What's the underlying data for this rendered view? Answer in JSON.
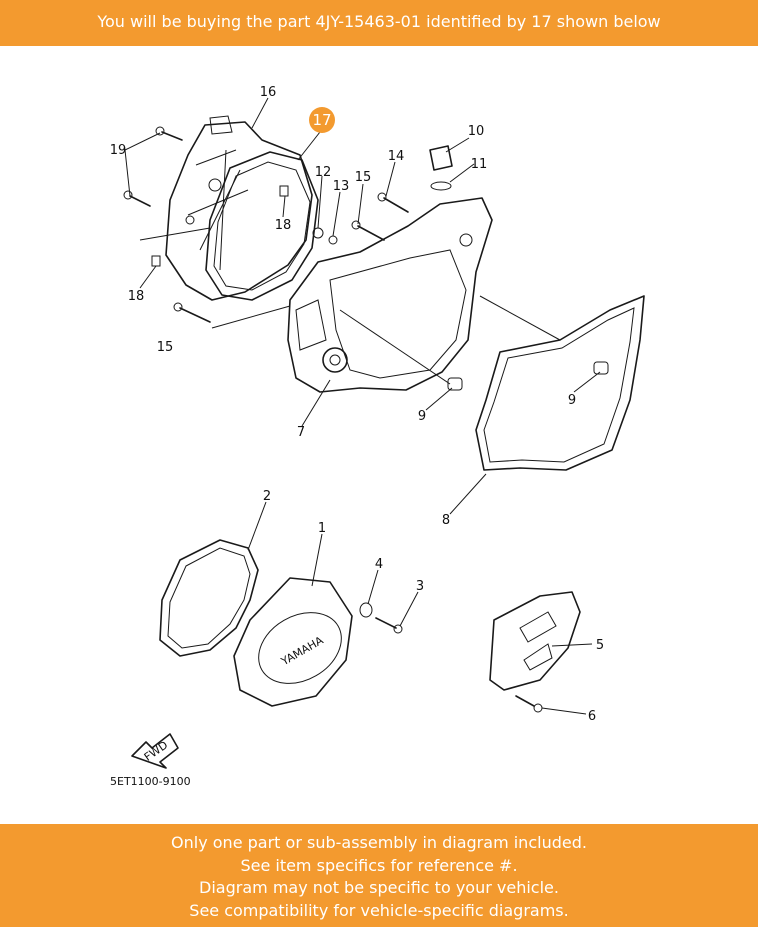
{
  "header": {
    "text": "You will be buying the part 4JY-15463-01 identified by 17 shown below"
  },
  "diagram": {
    "highlight": {
      "label": "17",
      "color": "#f39a2f"
    },
    "callouts": [
      "16",
      "19",
      "12",
      "13",
      "14",
      "15",
      "10",
      "11",
      "18",
      "18",
      "15",
      "7",
      "9",
      "9",
      "8",
      "2",
      "1",
      "4",
      "3",
      "5",
      "6"
    ],
    "code": "5ET1100-9100",
    "fwd": "FWD",
    "brand": "YAMAHA"
  },
  "footer": {
    "lines": [
      "Only one part or sub-assembly in diagram included.",
      "See item specifics for reference #.",
      "Diagram may not be specific to your vehicle.",
      "See compatibility for vehicle-specific diagrams."
    ]
  },
  "colors": {
    "accent": "#f39a2f",
    "text_on_accent": "#ffffff",
    "line": "#1a1a1a"
  }
}
